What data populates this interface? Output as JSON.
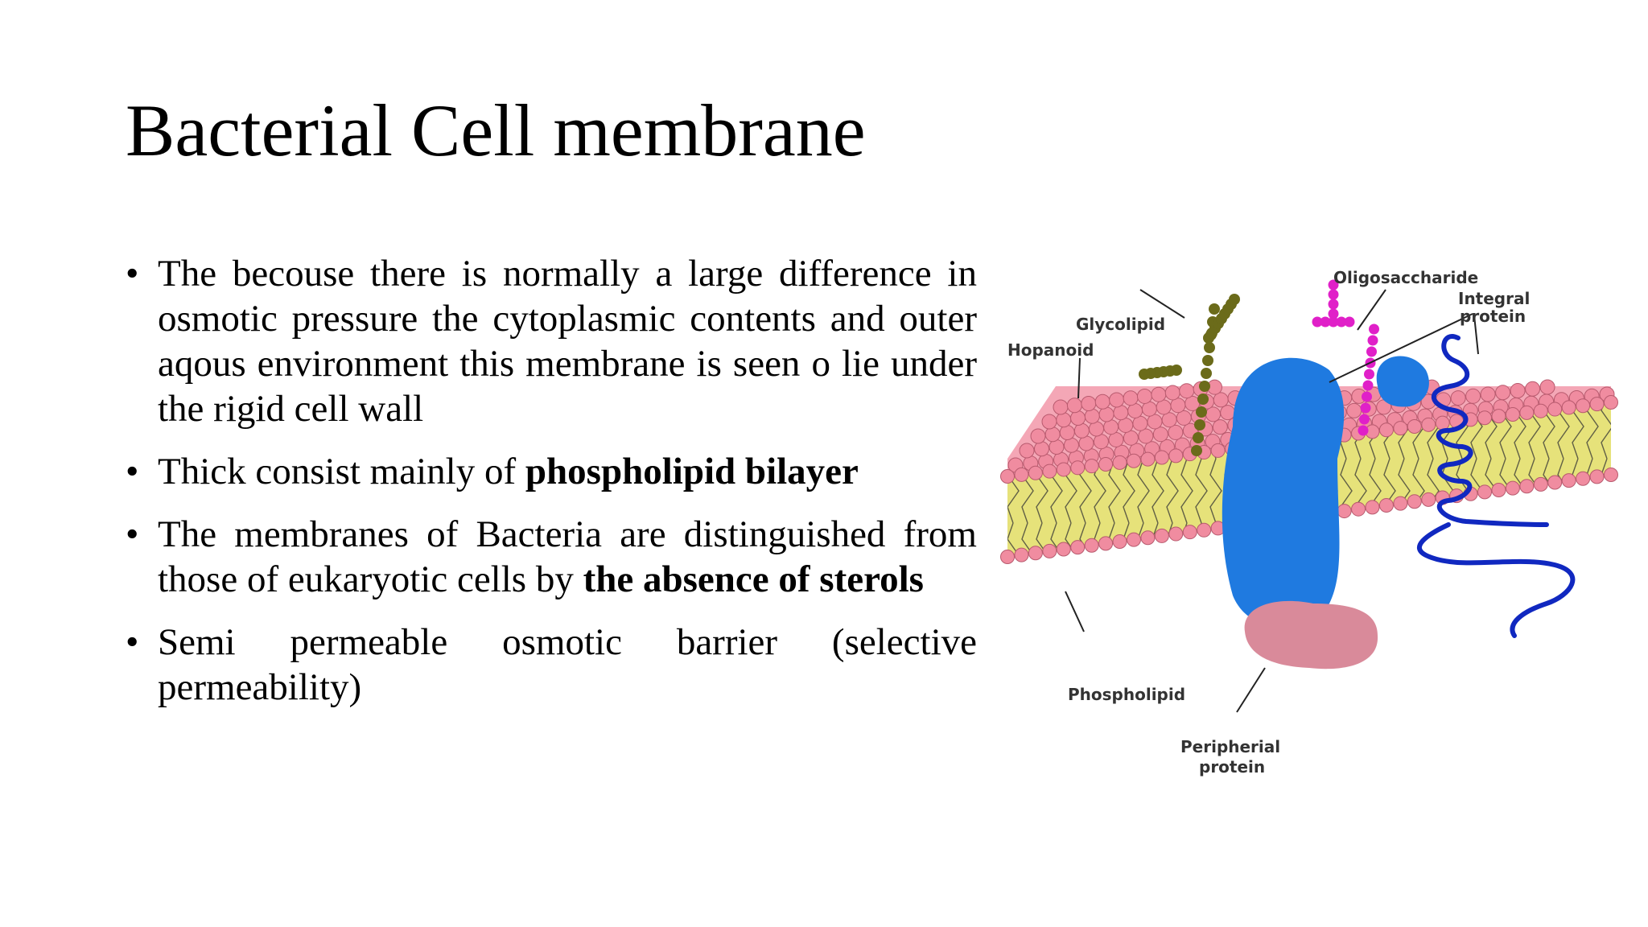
{
  "slide": {
    "title": "Bacterial Cell membrane",
    "bullets": [
      {
        "parts": [
          {
            "text": "The becouse there is normally a large difference in osmotic pressure the cytoplasmic contents and outer aqous environment this membrane is seen o lie under the rigid cell wall"
          }
        ]
      },
      {
        "parts": [
          {
            "text": "Thick consist mainly of "
          },
          {
            "text": "phospholipid bilayer",
            "bold": true
          }
        ]
      },
      {
        "parts": [
          {
            "text": "The membranes of Bacteria are distinguished from those of eukaryotic cells by "
          },
          {
            "text": "the absence of sterols",
            "bold": true
          }
        ]
      },
      {
        "parts": [
          {
            "text": "Semi permeable osmotic barrier (selective permeability)"
          }
        ]
      }
    ]
  },
  "figure": {
    "labels": {
      "oligosaccharide": "Oligosaccharide",
      "integral_protein_line1": "Integral",
      "integral_protein_line2": "protein",
      "glycolipid": "Glycolipid",
      "hopanoid": "Hopanoid",
      "phospholipid": "Phospholipid",
      "peripheral_protein_line1": "Peripherial",
      "peripheral_protein_line2": "protein"
    },
    "colors": {
      "head": "#f08ca0",
      "tail_band": "#e6e27a",
      "protein": "#1f7ae0",
      "peripheral": "#d98a9a",
      "glycolipid": "#6b6b1a",
      "oligosaccharide": "#e020c8",
      "integral_coil": "#1028c0"
    }
  }
}
